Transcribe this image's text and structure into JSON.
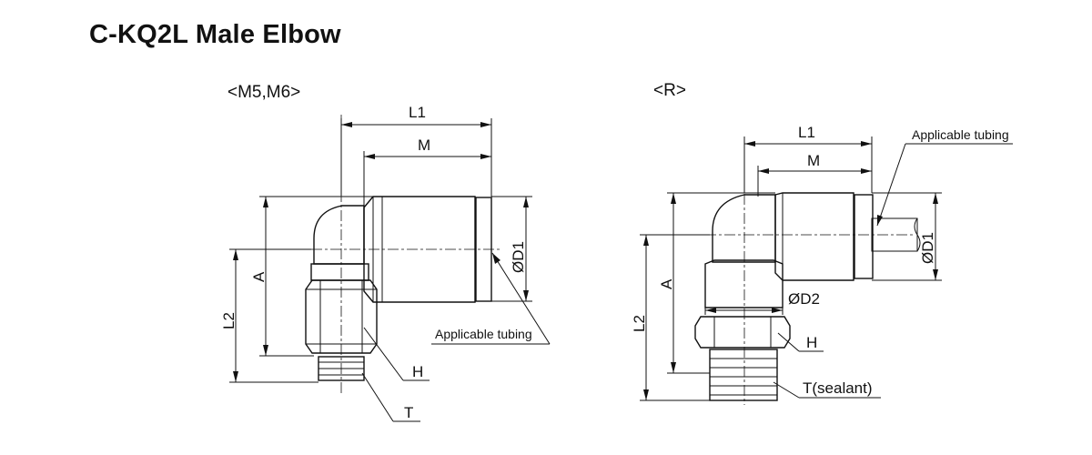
{
  "title": "C-KQ2L Male Elbow",
  "left_view": {
    "caption": "<M5,M6>",
    "dims": {
      "l1": "L1",
      "m": "M",
      "a": "A",
      "l2": "L2",
      "d1": "ØD1",
      "h": "H",
      "t": "T"
    },
    "callout_tubing": "Applicable tubing"
  },
  "right_view": {
    "caption": "<R>",
    "dims": {
      "l1": "L1",
      "m": "M",
      "a": "A",
      "l2": "L2",
      "d1": "ØD1",
      "d2": "ØD2",
      "h": "H",
      "t": "T(sealant)"
    },
    "callout_tubing": "Applicable tubing"
  },
  "colors": {
    "body_fill": "#dcdcdc",
    "line": "#111111",
    "background": "#ffffff"
  }
}
